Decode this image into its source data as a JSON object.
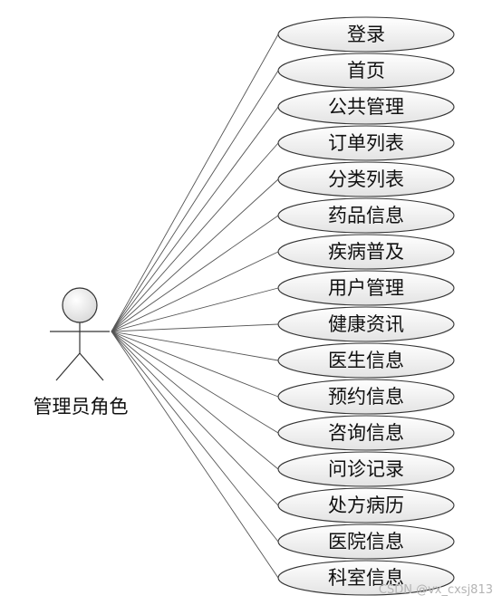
{
  "actor": {
    "label": "管理员角色"
  },
  "use_cases": [
    {
      "label": "登录"
    },
    {
      "label": "首页"
    },
    {
      "label": "公共管理"
    },
    {
      "label": "订单列表"
    },
    {
      "label": "分类列表"
    },
    {
      "label": "药品信息"
    },
    {
      "label": "疾病普及"
    },
    {
      "label": "用户管理"
    },
    {
      "label": "健康资讯"
    },
    {
      "label": "医生信息"
    },
    {
      "label": "预约信息"
    },
    {
      "label": "咨询信息"
    },
    {
      "label": "问诊记录"
    },
    {
      "label": "处方病历"
    },
    {
      "label": "医院信息"
    },
    {
      "label": "科室信息"
    }
  ],
  "watermark": "CSDN @vx_cxsj813",
  "colors": {
    "line": "#555555",
    "ellipse_stroke": "#333333",
    "ellipse_fill_top": "#ffffff",
    "ellipse_fill_bottom": "#e3e3e3"
  }
}
